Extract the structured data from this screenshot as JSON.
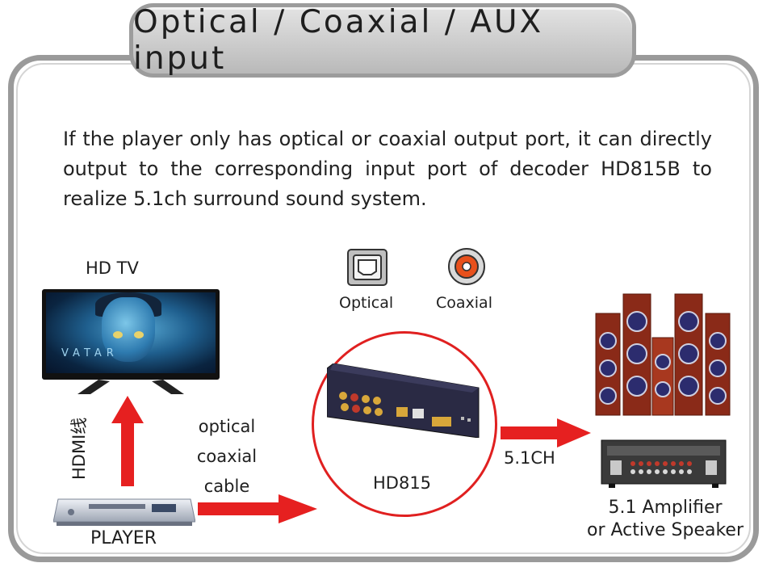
{
  "title": "Optical / Coaxial / AUX input",
  "description": "If the player only has optical or coaxial output port, it can directly output to the corresponding input port of decoder HD815B to realize 5.1ch surround sound system.",
  "labels": {
    "hd_tv": "HD TV",
    "hdmi": "HDMI线",
    "player": "PLAYER",
    "cable_line1": "optical",
    "cable_line2": "coaxial",
    "cable_line3": "cable",
    "optical_icon_label": "Optical",
    "coaxial_icon_label": "Coaxial",
    "decoder": "HD815",
    "channel": "5.1CH",
    "amp_line1": "5.1 Amplifier",
    "amp_line2": "or Active Speaker",
    "tv_screen_text": "VATAR"
  },
  "colors": {
    "arrow": "#e62020",
    "ring": "#e02020",
    "frame": "#9a9a9a"
  }
}
